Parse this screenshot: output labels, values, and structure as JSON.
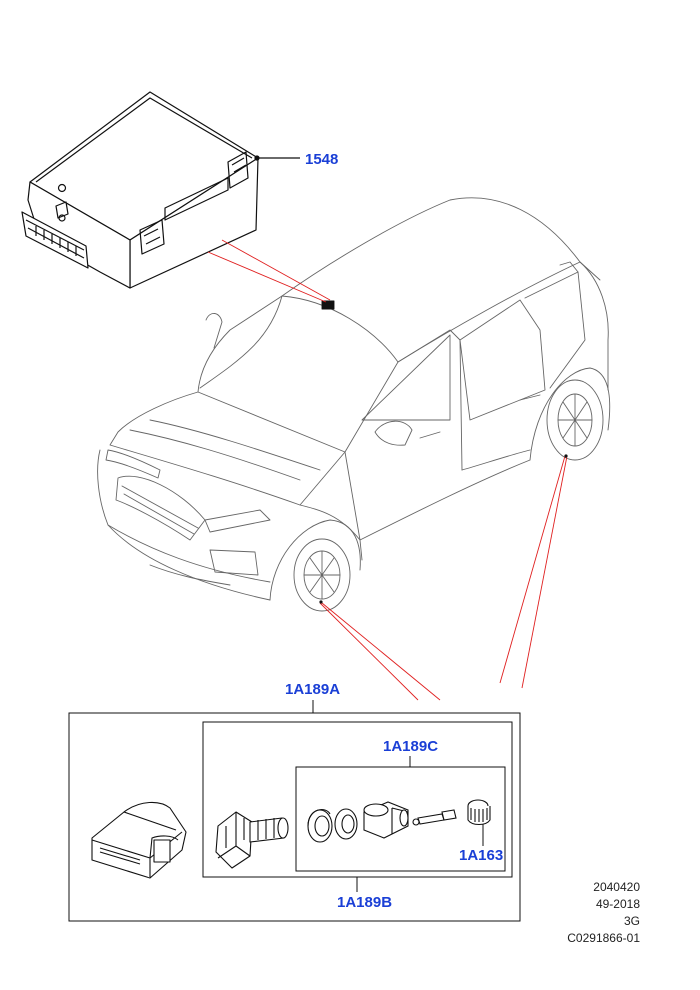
{
  "callouts": {
    "module": "1548",
    "tpms_kit": "1A189A",
    "valve_parts": "1A189C",
    "sensor_valve": "1A189B",
    "valve_cap": "1A163"
  },
  "footer": {
    "line1": "2040420",
    "line2": "49-2018",
    "line3": "3G",
    "line4": "C0291866-01"
  },
  "colors": {
    "callout_text": "#1a3fd6",
    "leader_red": "#e02020",
    "line_art": "#111111"
  }
}
